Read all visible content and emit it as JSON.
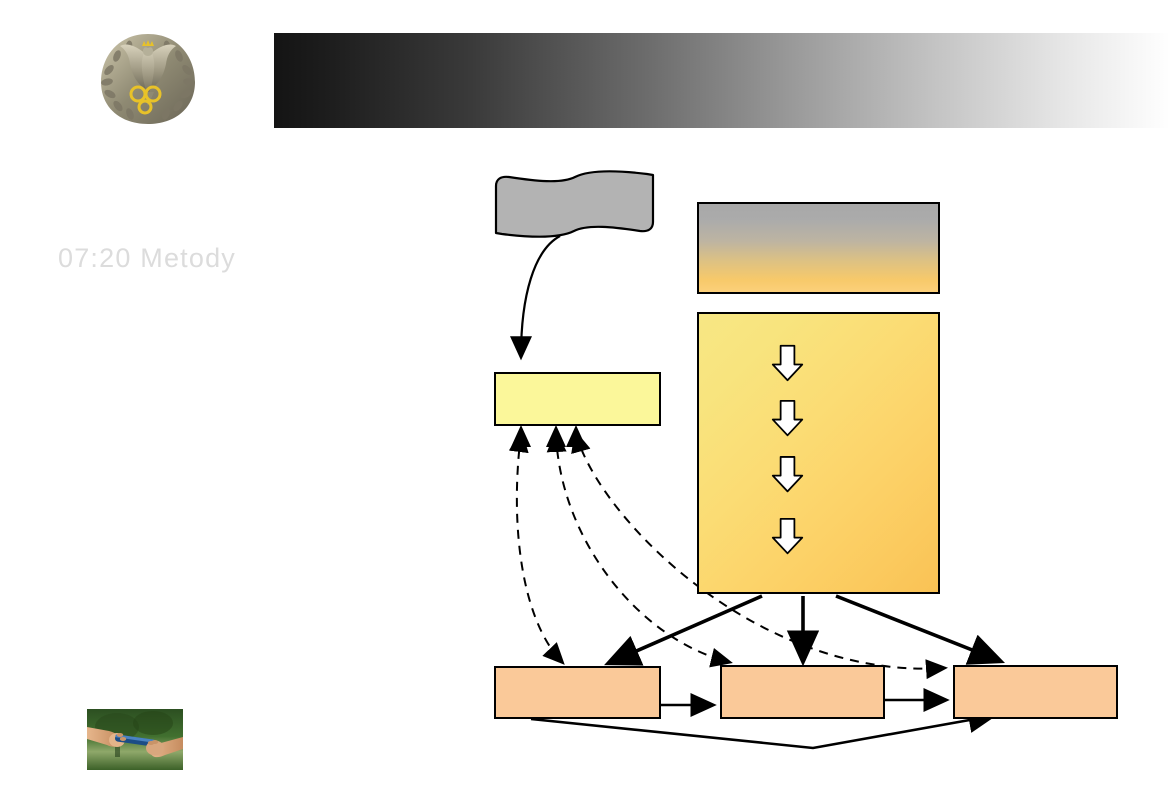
{
  "slide": {
    "caption": "07:20  Metody",
    "caption_color": "#dcdcdc",
    "background": "#ffffff"
  },
  "header": {
    "emblem": {
      "name": "polish-military-eagle-emblem",
      "description": "Polish crowned eagle on laurel wreath with gold monogram",
      "colors": [
        "#8f8a76",
        "#c9c2a8",
        "#e8c229",
        "#6d6857"
      ]
    },
    "gradient_bar": {
      "name": "grayscale-gradient-bar",
      "from": "#141414",
      "to": "#ffffff",
      "direction": "left-to-right"
    }
  },
  "diagram": {
    "banner": {
      "label": "",
      "fill": "#b3b3b3",
      "stroke": "#000000",
      "shape": "wave-ribbon"
    },
    "top_gradient_box": {
      "label": "",
      "fill_from": "#a8a8a8",
      "fill_to": "#fcd07a",
      "direction": "top-to-bottom",
      "stroke": "#000000"
    },
    "main_gradient_box": {
      "label": "",
      "fill_from": "#f7e784",
      "fill_to": "#f9c255",
      "direction": "diagonal",
      "stroke": "#000000",
      "inner_arrow_count": 4,
      "inner_arrow_fill": "#ffffff",
      "inner_arrow_stroke": "#000000"
    },
    "yellow_box": {
      "label": "",
      "fill": "#fbf79a",
      "stroke": "#000000"
    },
    "orange_boxes": [
      {
        "label": "",
        "fill": "#fac999",
        "stroke": "#000000"
      },
      {
        "label": "",
        "fill": "#fac999",
        "stroke": "#000000"
      },
      {
        "label": "",
        "fill": "#fac999",
        "stroke": "#000000"
      }
    ],
    "connectors": {
      "curved_banner_to_yellow": {
        "style": "solid",
        "arrow": "end"
      },
      "main_to_orange": {
        "style": "solid",
        "count": 3,
        "arrow": "end"
      },
      "dashed_feedback": {
        "style": "dashed",
        "count": 3,
        "arrow": "both"
      },
      "orange_chain": {
        "style": "solid",
        "count": 2,
        "arrow": "end"
      },
      "orange_bypass": {
        "style": "solid",
        "count": 1,
        "arrow": "end",
        "shape": "v-path"
      }
    }
  },
  "footer": {
    "photo": {
      "name": "relay-baton-handoff-photo",
      "description": "Two hands exchanging a relay baton on a green field",
      "colors": [
        "#3f6b2e",
        "#2d5221",
        "#d9a77e",
        "#1b4a86"
      ]
    }
  }
}
